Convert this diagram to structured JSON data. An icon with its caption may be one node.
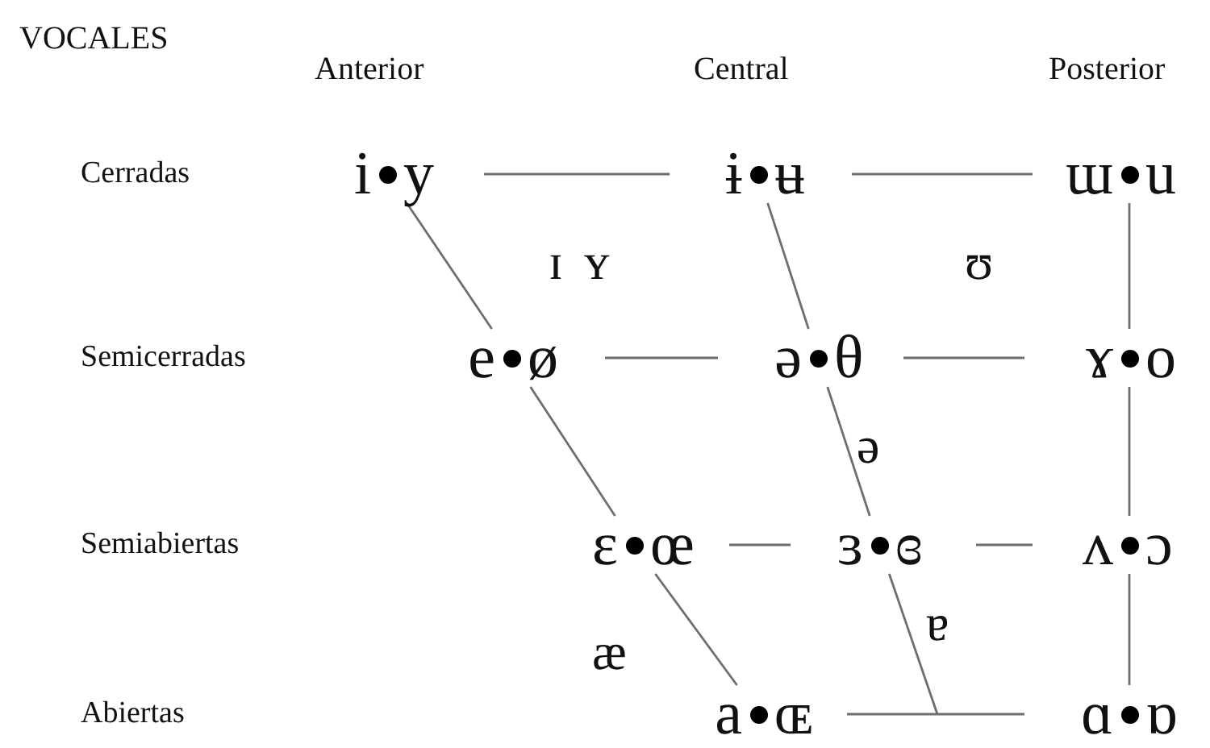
{
  "diagram": {
    "title": "VOCALES",
    "nodes": [
      {
        "text": [
          "i",
          "y"
        ]
      },
      {
        "text": [
          "ɨ",
          "ʉ"
        ]
      },
      {
        "text": [
          "ɯ",
          "u"
        ]
      },
      {
        "text": [
          "e",
          "ø"
        ]
      },
      {
        "text": [
          "ə",
          "θ"
        ]
      },
      {
        "text": [
          "ɤ",
          "o"
        ]
      },
      {
        "text": [
          "ɛ",
          "œ"
        ]
      },
      {
        "text": [
          "ɜ",
          "ɞ"
        ]
      },
      {
        "text": [
          "ʌ",
          "ɔ"
        ]
      },
      {
        "text": [
          "a",
          "ɶ"
        ]
      },
      {
        "text": [
          "ɑ",
          "ɒ"
        ]
      }
    ],
    "edges": [
      {
        "from": 0,
        "to": 1,
        "arrow": "none"
      },
      {
        "from": 1,
        "to": 2,
        "arrow": "none"
      },
      {
        "from": 3,
        "to": 4,
        "arrow": "none"
      },
      {
        "from": 4,
        "to": 5,
        "arrow": "none"
      },
      {
        "from": 6,
        "to": 7,
        "arrow": "none"
      },
      {
        "from": 7,
        "to": 8,
        "arrow": "none"
      },
      {
        "from": 9,
        "to": 10,
        "arrow": "none"
      },
      {
        "from": 0,
        "to": 3,
        "arrow": "none"
      },
      {
        "from": 3,
        "to": 6,
        "arrow": "none"
      },
      {
        "from": 6,
        "to": 9,
        "arrow": "none"
      },
      {
        "from": 1,
        "to": 4,
        "arrow": "none"
      },
      {
        "from": 4,
        "to": 7,
        "arrow": "none"
      },
      {
        "from": 7,
        "to": null,
        "arrow": "none"
      },
      {
        "from": 2,
        "to": 5,
        "arrow": "none"
      },
      {
        "from": 5,
        "to": 8,
        "arrow": "none"
      },
      {
        "from": 8,
        "to": 10,
        "arrow": "none"
      }
    ],
    "labels": [
      "Anterior",
      "Central",
      "Posterior",
      "Cerradas",
      "Semicerradas",
      "Semiabiertas",
      "Abiertas",
      "ɪ",
      "ʏ",
      "ʊ",
      "ə",
      "æ",
      "ɐ"
    ]
  }
}
